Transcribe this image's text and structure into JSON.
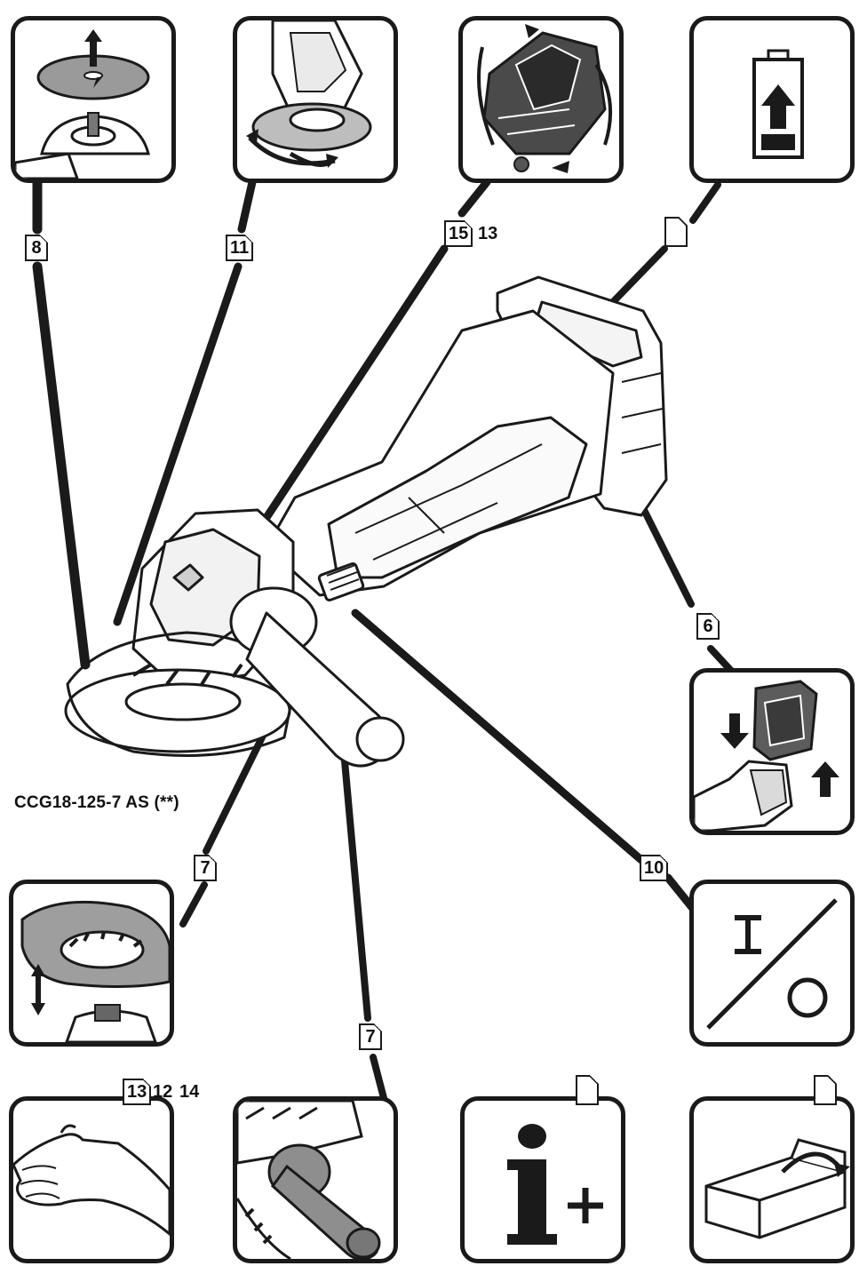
{
  "model_label": "CCG18-125-7 AS (**)",
  "references": {
    "disc_mount": "8",
    "guard_rotate": "11",
    "head_rotate_primary": "15",
    "head_rotate_secondary": "13",
    "battery_insert": "6",
    "guard_attach": "7",
    "switch": "10",
    "side_handle": "7",
    "protective_gear_a": "13",
    "protective_gear_b": "12",
    "protective_gear_c": "14"
  },
  "icons": {
    "disc_mount": "disc-mount-icon",
    "guard_rotate": "guard-rotate-icon",
    "head_rotate": "gear-head-rotate-icon",
    "battery_charge": "battery-charge-icon",
    "battery_insert": "battery-insert-icon",
    "guard_attach": "guard-attach-icon",
    "switch": "on-off-switch-icon",
    "protective_gear": "hand-protection-icon",
    "side_handle": "side-handle-icon",
    "information": "information-icon",
    "storage": "storage-box-icon"
  },
  "colors": {
    "line": "#1a1a1a",
    "background": "#ffffff",
    "shade": "#8a8a8a"
  }
}
